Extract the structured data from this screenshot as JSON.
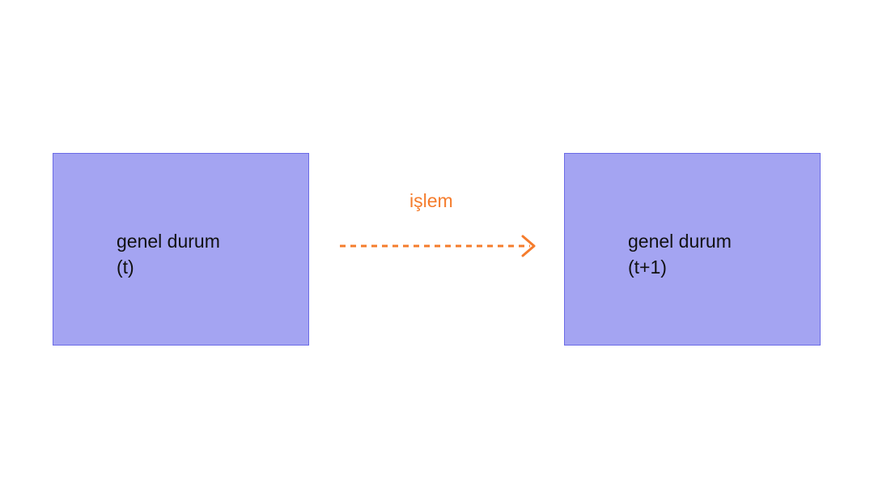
{
  "colors": {
    "box_fill": "#a4a4f2",
    "box_border": "#6b6be6",
    "arrow": "#f57c2c",
    "text": "#111111"
  },
  "left_state": {
    "line1": "genel durum",
    "line2": "(t)"
  },
  "right_state": {
    "line1": "genel durum",
    "line2": "(t+1)"
  },
  "operation": {
    "label": "işlem",
    "arrow_style": "dashed",
    "arrow_icon": "arrow-right-icon"
  }
}
